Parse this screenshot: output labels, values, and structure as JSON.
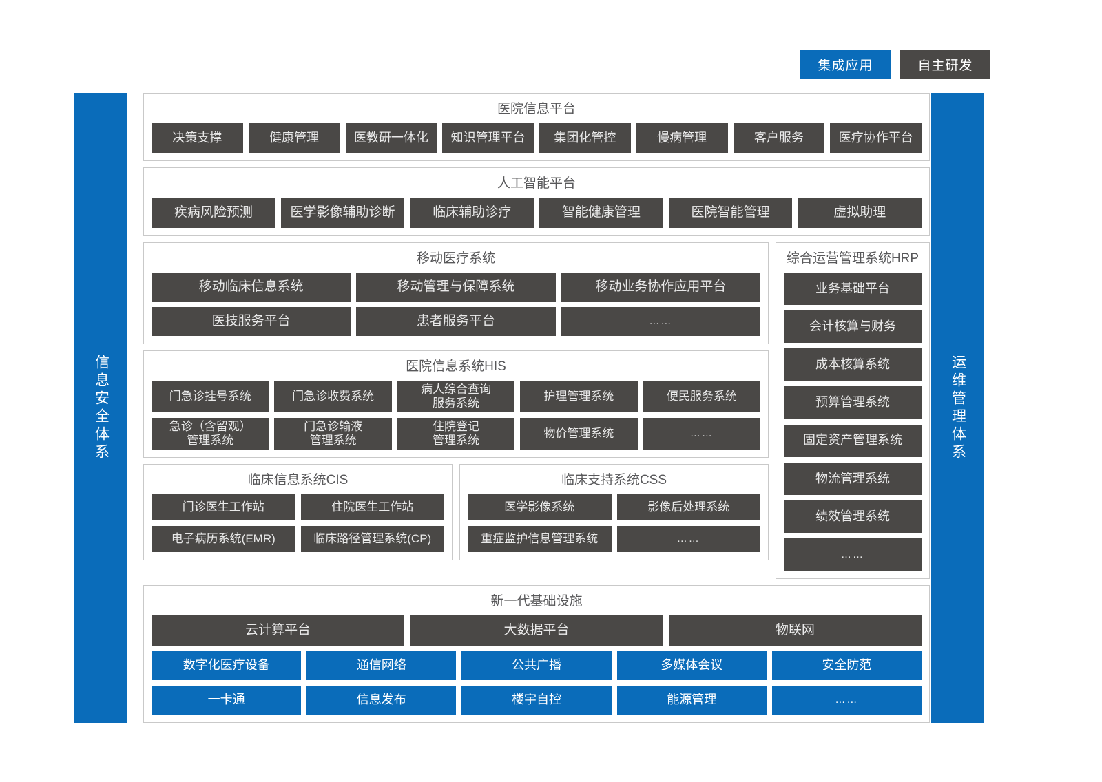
{
  "legend": {
    "integrated_label": "集成应用",
    "inhouse_label": "自主研发",
    "integrated_color": "#0a6cba",
    "inhouse_color": "#4a4846"
  },
  "sidebars": {
    "left_label": "信息安全体系",
    "right_label": "运维管理体系"
  },
  "sections": {
    "hospital_info_platform": {
      "title": "医院信息平台",
      "items": [
        "决策支撑",
        "健康管理",
        "医教研一体化",
        "知识管理平台",
        "集团化管控",
        "慢病管理",
        "客户服务",
        "医疗协作平台"
      ]
    },
    "ai_platform": {
      "title": "人工智能平台",
      "items": [
        "疾病风险预测",
        "医学影像辅助诊断",
        "临床辅助诊疗",
        "智能健康管理",
        "医院智能管理",
        "虚拟助理"
      ]
    },
    "mobile_medical": {
      "title": "移动医疗系统",
      "row1": [
        "移动临床信息系统",
        "移动管理与保障系统",
        "移动业务协作应用平台"
      ],
      "row2": [
        "医技服务平台",
        "患者服务平台",
        "……"
      ]
    },
    "his": {
      "title": "医院信息系统HIS",
      "row1": [
        "门急诊挂号系统",
        "门急诊收费系统",
        "病人综合查询\n服务系统",
        "护理管理系统",
        "便民服务系统"
      ],
      "row2": [
        "急诊（含留观）\n管理系统",
        "门急诊输液\n管理系统",
        "住院登记\n管理系统",
        "物价管理系统",
        "……"
      ]
    },
    "cis": {
      "title": "临床信息系统CIS",
      "row1": [
        "门诊医生工作站",
        "住院医生工作站"
      ],
      "row2": [
        "电子病历系统(EMR)",
        "临床路径管理系统(CP)"
      ]
    },
    "css": {
      "title": "临床支持系统CSS",
      "row1": [
        "医学影像系统",
        "影像后处理系统"
      ],
      "row2": [
        "重症监护信息管理系统",
        "……"
      ]
    },
    "hrp": {
      "title": "综合运营管理系统HRP",
      "items": [
        "业务基础平台",
        "会计核算与财务",
        "成本核算系统",
        "预算管理系统",
        "固定资产管理系统",
        "物流管理系统",
        "绩效管理系统",
        "……"
      ]
    },
    "infrastructure": {
      "title": "新一代基础设施",
      "platform_row": [
        "云计算平台",
        "大数据平台",
        "物联网"
      ],
      "blue_row1": [
        "数字化医疗设备",
        "通信网络",
        "公共广播",
        "多媒体会议",
        "安全防范"
      ],
      "blue_row2": [
        "一卡通",
        "信息发布",
        "楼宇自控",
        "能源管理",
        "……"
      ]
    }
  }
}
